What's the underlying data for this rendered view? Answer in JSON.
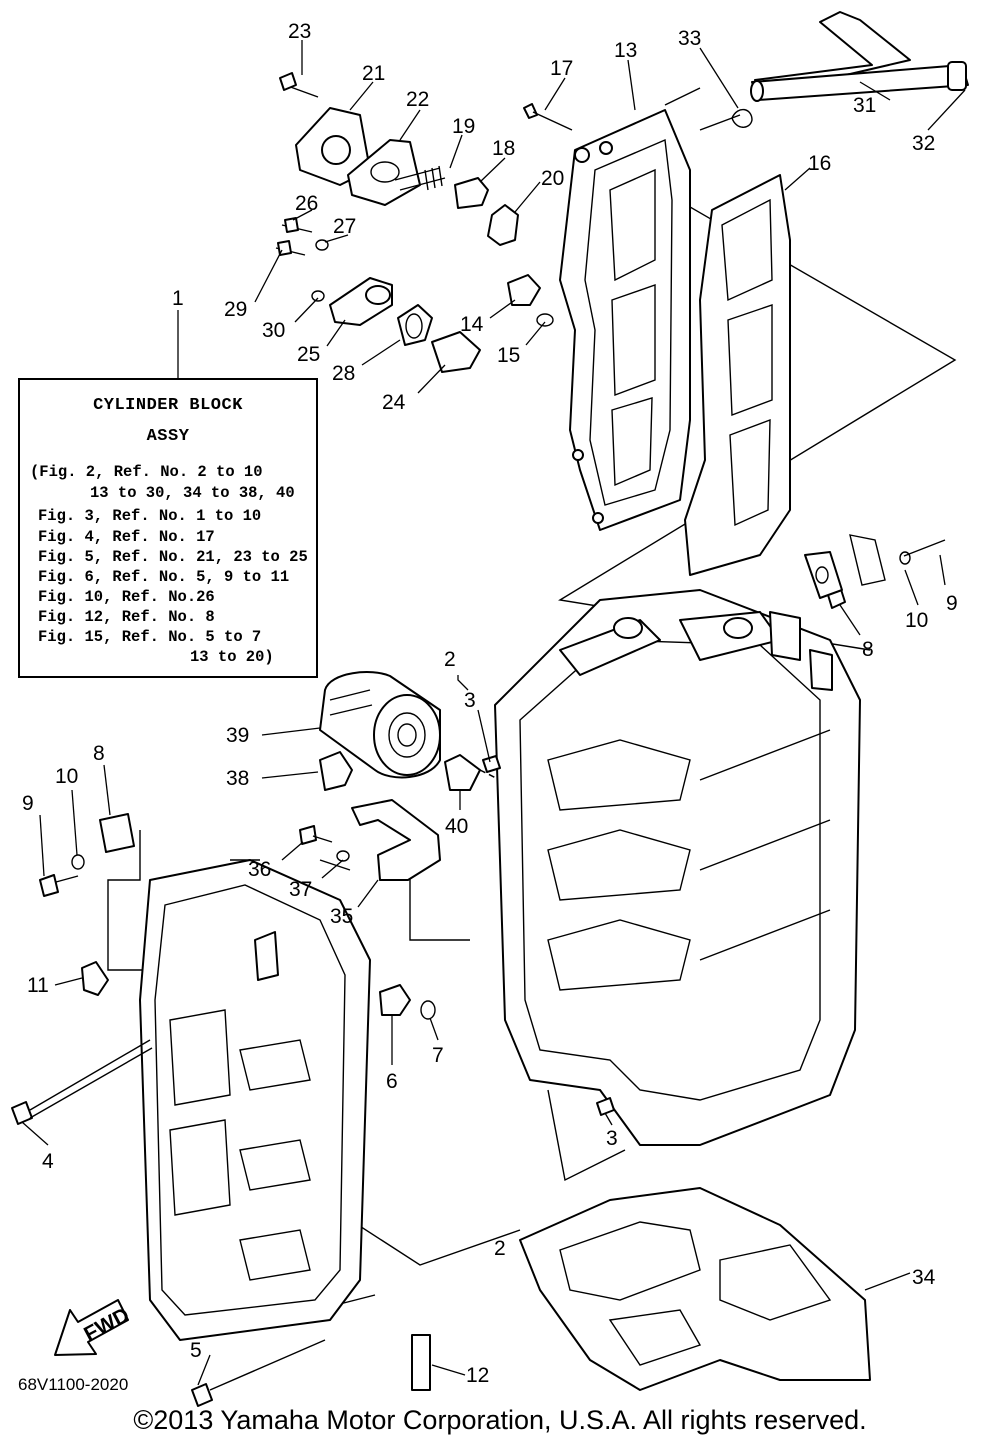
{
  "assy": {
    "title": "CYLINDER BLOCK",
    "subtitle": "ASSY",
    "lines": [
      "(Fig. 2, Ref. No. 2 to 10",
      "13 to 30, 34 to 38, 40",
      "Fig. 3, Ref. No. 1 to 10",
      "Fig. 4, Ref. No. 17",
      "Fig. 5, Ref. No. 21, 23 to 25",
      "Fig. 6, Ref. No. 5, 9 to 11",
      "Fig. 10, Ref. No.26",
      "Fig. 12, Ref. No. 8",
      "Fig. 15, Ref. No. 5 to 7",
      "13 to 20)"
    ]
  },
  "callouts": [
    {
      "id": "c23",
      "text": "23"
    },
    {
      "id": "c21",
      "text": "21"
    },
    {
      "id": "c22",
      "text": "22"
    },
    {
      "id": "c19",
      "text": "19"
    },
    {
      "id": "c18",
      "text": "18"
    },
    {
      "id": "c17",
      "text": "17"
    },
    {
      "id": "c13",
      "text": "13"
    },
    {
      "id": "c33",
      "text": "33"
    },
    {
      "id": "c31",
      "text": "31"
    },
    {
      "id": "c32",
      "text": "32"
    },
    {
      "id": "c16",
      "text": "16"
    },
    {
      "id": "c20",
      "text": "20"
    },
    {
      "id": "c26",
      "text": "26"
    },
    {
      "id": "c27",
      "text": "27"
    },
    {
      "id": "c29",
      "text": "29"
    },
    {
      "id": "c30",
      "text": "30"
    },
    {
      "id": "c25",
      "text": "25"
    },
    {
      "id": "c14",
      "text": "14"
    },
    {
      "id": "c15",
      "text": "15"
    },
    {
      "id": "c28",
      "text": "28"
    },
    {
      "id": "c24",
      "text": "24"
    },
    {
      "id": "c1",
      "text": "1"
    },
    {
      "id": "c9r",
      "text": "9"
    },
    {
      "id": "c10r",
      "text": "10"
    },
    {
      "id": "c8r",
      "text": "8"
    },
    {
      "id": "c2a",
      "text": "2"
    },
    {
      "id": "c3a",
      "text": "3"
    },
    {
      "id": "c39",
      "text": "39"
    },
    {
      "id": "c40",
      "text": "40"
    },
    {
      "id": "c38",
      "text": "38"
    },
    {
      "id": "c36",
      "text": "36"
    },
    {
      "id": "c37",
      "text": "37"
    },
    {
      "id": "c35",
      "text": "35"
    },
    {
      "id": "c9l",
      "text": "9"
    },
    {
      "id": "c10l",
      "text": "10"
    },
    {
      "id": "c8l",
      "text": "8"
    },
    {
      "id": "c11",
      "text": "11"
    },
    {
      "id": "c6",
      "text": "6"
    },
    {
      "id": "c7",
      "text": "7"
    },
    {
      "id": "c4",
      "text": "4"
    },
    {
      "id": "c3b",
      "text": "3"
    },
    {
      "id": "c2b",
      "text": "2"
    },
    {
      "id": "c34",
      "text": "34"
    },
    {
      "id": "c5",
      "text": "5"
    },
    {
      "id": "c12",
      "text": "12"
    }
  ],
  "fwd_label": "FWD",
  "diagram_code": "68V1100-2020",
  "copyright": "©2013 Yamaha Motor Corporation, U.S.A. All rights reserved."
}
